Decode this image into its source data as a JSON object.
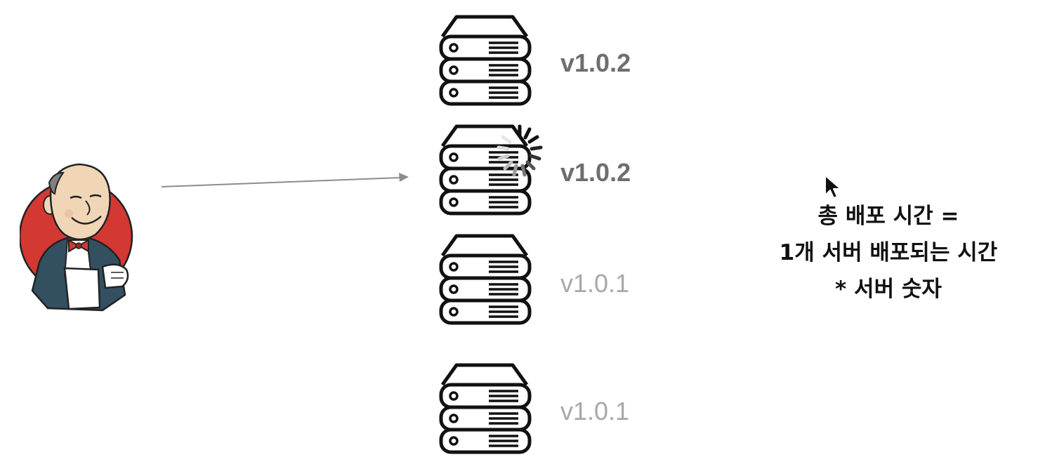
{
  "servers": [
    {
      "version": "v1.0.2",
      "state": "updated"
    },
    {
      "version": "v1.0.2",
      "state": "deploying"
    },
    {
      "version": "v1.0.1",
      "state": "old"
    },
    {
      "version": "v1.0.1",
      "state": "old"
    }
  ],
  "formula": {
    "line1": "총 배포 시간 =",
    "line2": "1개 서버 배포되는 시간",
    "line3": "* 서버 숫자"
  },
  "colors": {
    "updated_version": "#6e6e6e",
    "old_version": "#a8a8a8",
    "jenkins_red": "#d33833",
    "arrow": "#8c8c8c"
  }
}
